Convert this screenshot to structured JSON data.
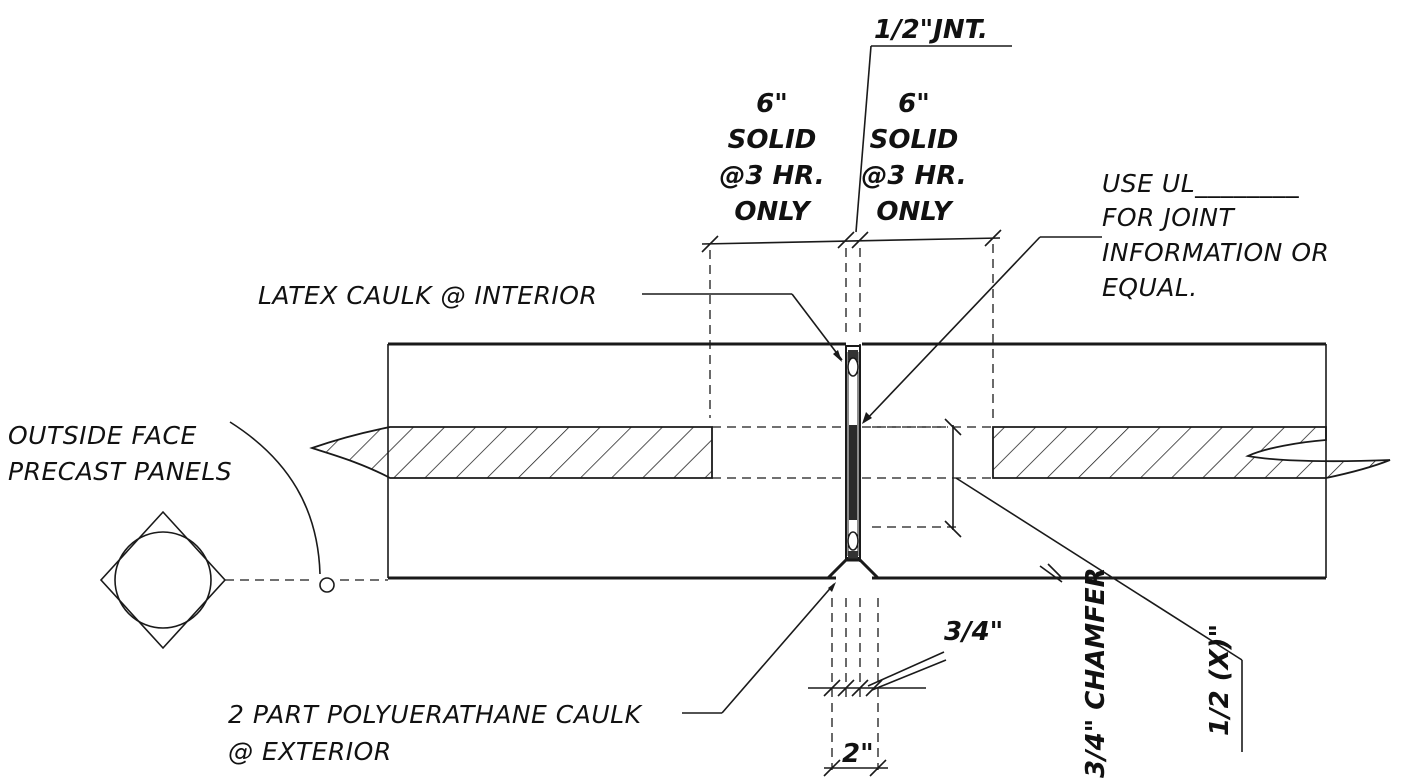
{
  "labels": {
    "joint_dim": "1/2\"JNT.",
    "left_dim": [
      "6\"",
      "SOLID",
      "@3 HR.",
      "ONLY"
    ],
    "right_dim": [
      "6\"",
      "SOLID",
      "@3 HR.",
      "ONLY"
    ],
    "use_ul": [
      "USE UL________",
      "FOR JOINT",
      "INFORMATION OR",
      "EQUAL."
    ],
    "latex_caulk": "LATEX CAULK @ INTERIOR",
    "outside_face": [
      "OUTSIDE FACE",
      "PRECAST PANELS"
    ],
    "poly_caulk": [
      "2 PART POLYUERATHANE CAULK",
      "@ EXTERIOR"
    ],
    "three_quarter": "3/4\"",
    "two_inch": "2\"",
    "chamfer": "3/4\" CHAMFER",
    "half_x": "1/2 (X)\""
  }
}
